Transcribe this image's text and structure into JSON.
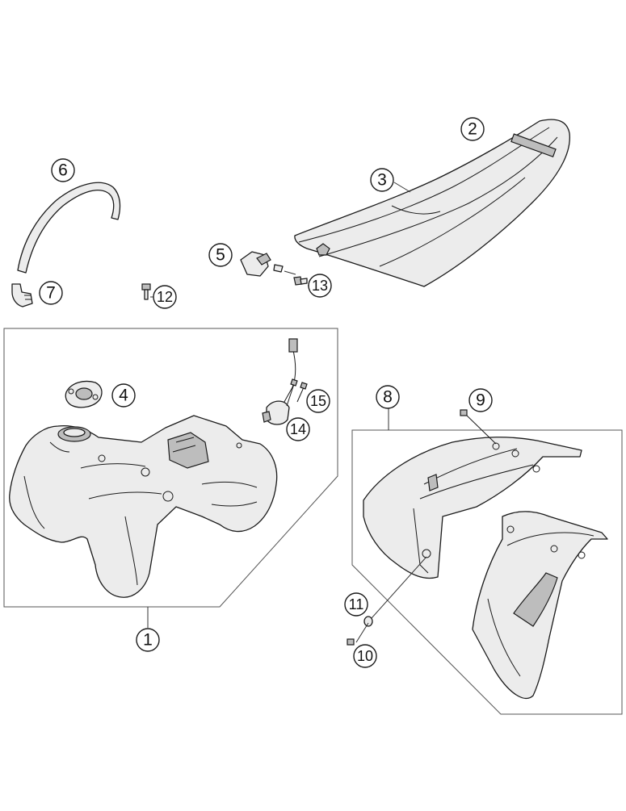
{
  "diagram": {
    "callouts": [
      {
        "id": "1",
        "label": "1"
      },
      {
        "id": "2",
        "label": "2"
      },
      {
        "id": "3",
        "label": "3"
      },
      {
        "id": "4",
        "label": "4"
      },
      {
        "id": "5",
        "label": "5"
      },
      {
        "id": "6",
        "label": "6"
      },
      {
        "id": "7",
        "label": "7"
      },
      {
        "id": "8",
        "label": "8"
      },
      {
        "id": "9",
        "label": "9"
      },
      {
        "id": "10",
        "label": "10"
      },
      {
        "id": "11",
        "label": "11"
      },
      {
        "id": "12",
        "label": "12"
      },
      {
        "id": "13",
        "label": "13"
      },
      {
        "id": "14",
        "label": "14"
      },
      {
        "id": "15",
        "label": "15"
      }
    ],
    "colors": {
      "line": "#1a1a1a",
      "fill": "#ececec",
      "background": "#ffffff"
    }
  }
}
